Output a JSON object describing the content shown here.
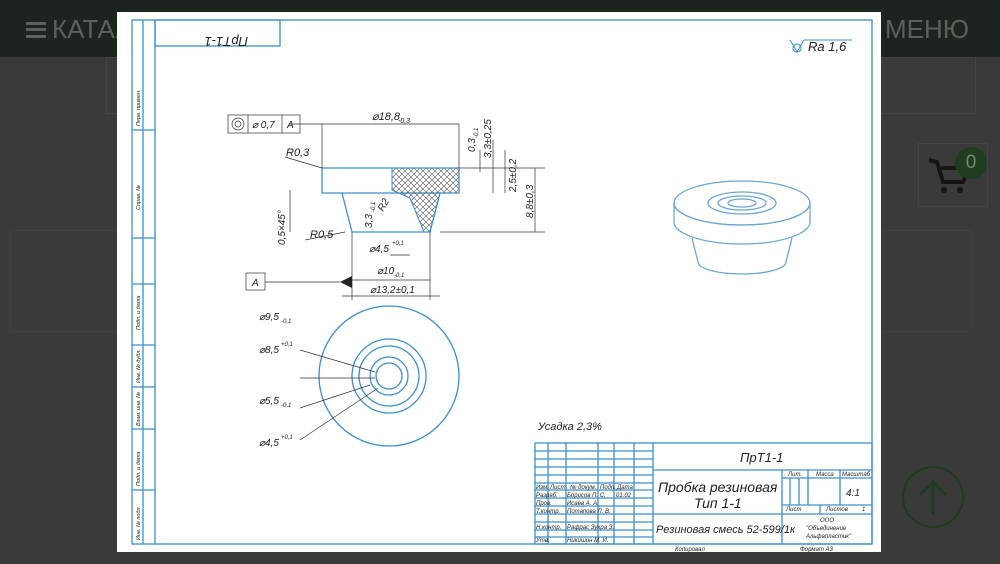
{
  "site": {
    "catalog_label": "КАТАЛОГ",
    "menu_label": "МЕНЮ",
    "cart_count": "0"
  },
  "drawing": {
    "mirrored_code": "ПрТ1-1",
    "roughness": "Ra 1,6",
    "tolerance_frame": {
      "value": "⌀ 0,7",
      "datum": "A"
    },
    "datum_label": "A",
    "dims": {
      "d18": "⌀18,8",
      "d18_tol": "-0,3",
      "r03": "R0,3",
      "r05": "R0,5",
      "r2": "R2",
      "chamfer": "0,5×45°",
      "h33": "3,3",
      "h33_tol": "-0,1",
      "h03": "0,3",
      "h03_tol": "-0,1",
      "h33b": "3,3±0,25",
      "h25": "2,5±0,2",
      "h88": "8,8±0,3",
      "d45": "⌀4,5",
      "d45_tol": "+0,1",
      "d10": "⌀10",
      "d10_tol": "-0,1",
      "d132": "⌀13,2±0,1",
      "c95": "⌀9,5",
      "c95_tol": "-0,1",
      "c85": "⌀8,5",
      "c85_tol": "+0,1",
      "c55": "⌀5,5",
      "c55_tol": "-0,1",
      "c45": "⌀4,5",
      "c45_tol": "+0,1"
    },
    "shrinkage": "Усадка 2,3%",
    "side_strip": [
      "Перв. примен.",
      "Справ. №",
      "Подп. и дата",
      "Инв. № дубл.",
      "Взам. инв. №",
      "Подп. и дата",
      "Инв. № подл."
    ],
    "title_block": {
      "code": "ПрТ1-1",
      "name_line1": "Пробка резиновая",
      "name_line2": "Тип 1-1",
      "material": "Резиновая смесь 52-599/1к",
      "lit": "Лит.",
      "mass": "Масса",
      "scale_label": "Масштаб",
      "scale": "4:1",
      "sheet": "Лист",
      "sheets": "Листов",
      "sheets_value": "1",
      "org1": "ООО",
      "org2": "\"Объединение",
      "org3": "Альфапластик\"",
      "headers": [
        "Изм.",
        "Лист",
        "№ докум.",
        "Подп.",
        "Дата"
      ],
      "rows": [
        {
          "role": "Разраб.",
          "name": "Борисов П. С.",
          "date": "01.02"
        },
        {
          "role": "Пров.",
          "name": "Исаев А. А.",
          "date": ""
        },
        {
          "role": "Т.контр.",
          "name": "Потапова Л. В.",
          "date": ""
        },
        {
          "role": "Н.контр.",
          "name": "Рафрас Зухра З.",
          "date": ""
        },
        {
          "role": "Утв.",
          "name": "Никишин М. И.",
          "date": ""
        }
      ],
      "copied": "Копировал",
      "format": "Формат   А3"
    }
  },
  "colors": {
    "frame": "#3a8fd0",
    "accent": "#1f3d1f"
  }
}
